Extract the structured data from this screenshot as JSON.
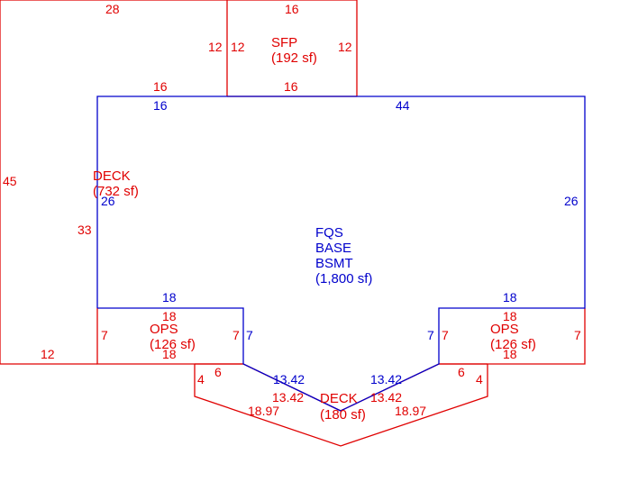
{
  "colors": {
    "deck": "#e00000",
    "house": "#0000cc",
    "background": "#ffffff"
  },
  "areas": {
    "sfp": {
      "name": "SFP",
      "size": "(192 sf)"
    },
    "deck_left": {
      "name": "DECK",
      "size": "(732 sf)"
    },
    "main": {
      "line1": "FQS",
      "line2": "BASE",
      "line3": "BSMT",
      "size": "(1,800 sf)"
    },
    "ops_left": {
      "name": "OPS",
      "size": "(126 sf)"
    },
    "ops_right": {
      "name": "OPS",
      "size": "(126 sf)"
    },
    "deck_bottom": {
      "name": "DECK",
      "size": "(180 sf)"
    }
  },
  "dims": {
    "deck_top": "28",
    "deck_left_side": "45",
    "deck_bottom_edge": "12",
    "deck_inner_side": "33",
    "sfp_top": "16",
    "sfp_left_outer": "12",
    "sfp_left_inner": "12",
    "sfp_right": "12",
    "sfp_bottom": "16",
    "deck_inner_top": "16",
    "main_top_left": "16",
    "main_top_right": "44",
    "main_left": "26",
    "main_right": "26",
    "main_bottom_left": "18",
    "main_bottom_right": "18",
    "ops_left_top": "18",
    "ops_left_bottom": "18",
    "ops_left_left": "7",
    "ops_left_right": "7",
    "main_left_notch": "7",
    "ops_right_top": "18",
    "ops_right_bottom": "18",
    "ops_right_left": "7",
    "ops_right_right": "7",
    "main_right_notch": "7",
    "bay_left_diag_blue": "13.42",
    "bay_right_diag_blue": "13.42",
    "bay_left_diag_red": "13.42",
    "bay_right_diag_red": "13.42",
    "bay_left_short": "6",
    "bay_right_short": "6",
    "bay_left_vert": "4",
    "bay_right_vert": "4",
    "bay_left_long": "18.97",
    "bay_right_long": "18.97"
  }
}
